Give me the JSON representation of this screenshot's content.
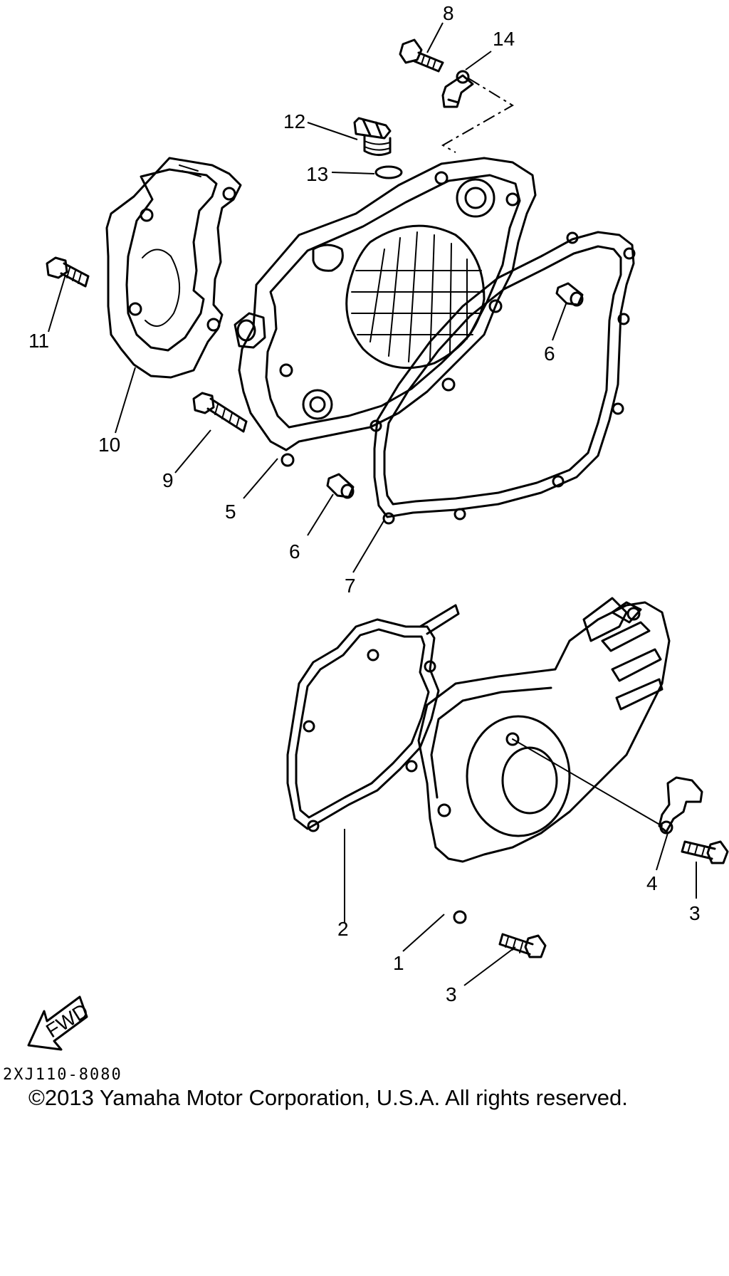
{
  "callouts": {
    "c1": "1",
    "c2": "2",
    "c3a": "3",
    "c3b": "3",
    "c4": "4",
    "c5": "5",
    "c6a": "6",
    "c6b": "6",
    "c7": "7",
    "c8": "8",
    "c9": "9",
    "c10": "10",
    "c11": "11",
    "c12": "12",
    "c13": "13",
    "c14": "14"
  },
  "fwd_label": "FWD",
  "diagram_code": "2XJ110-8080",
  "copyright": "©2013 Yamaha Motor Corporation, U.S.A. All rights reserved."
}
